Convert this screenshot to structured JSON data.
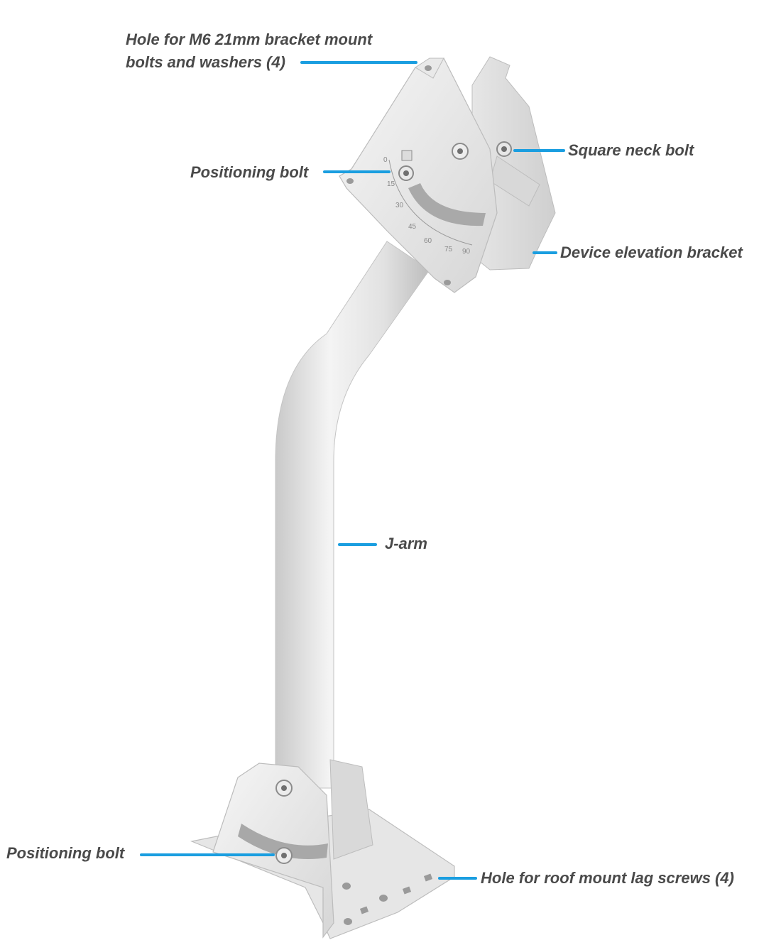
{
  "labels": {
    "hole_m6_line1": "Hole for M6 21mm bracket mount",
    "hole_m6_line2": "bolts and washers (4)",
    "positioning_bolt_top": "Positioning bolt",
    "square_neck_bolt": "Square neck bolt",
    "device_elevation_bracket": "Device elevation bracket",
    "j_arm": "J-arm",
    "positioning_bolt_bottom": "Positioning bolt",
    "hole_roof_mount": "Hole for roof mount lag screws (4)"
  },
  "scale_marks": [
    "0",
    "15",
    "30",
    "45",
    "60",
    "75",
    "90"
  ],
  "colors": {
    "leader": "#1a9ee0",
    "label_text": "#4a4a4a",
    "metal_light": "#f1f1f1",
    "metal_mid": "#dcdcdc",
    "metal_dark": "#b9b9b9",
    "background": "#ffffff"
  }
}
